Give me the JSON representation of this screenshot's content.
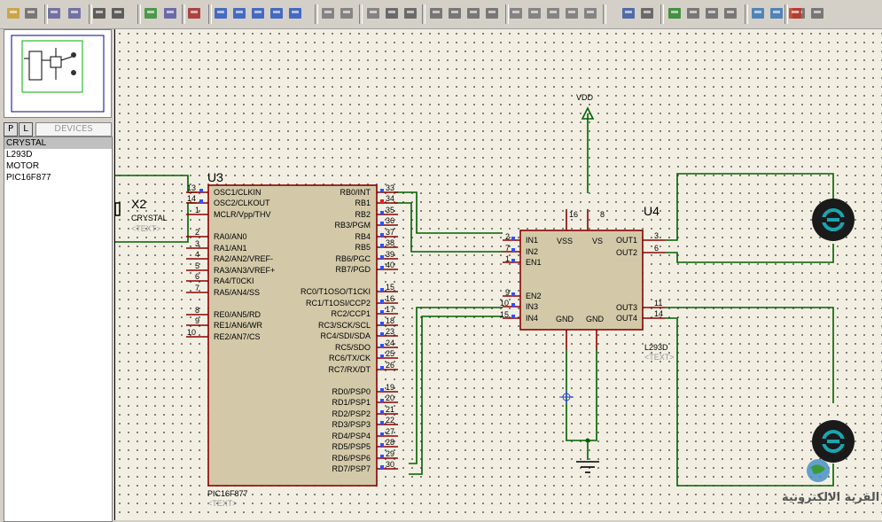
{
  "toolbar": {
    "icons": [
      "open-icon",
      "save-icon",
      "import-icon",
      "export-icon",
      "print-icon",
      "print-area-icon",
      "refresh-icon",
      "grid-icon",
      "origin-icon",
      "pan-icon",
      "zoom-in-icon",
      "zoom-out-icon",
      "zoom-all-icon",
      "zoom-area-icon",
      "undo-icon",
      "redo-icon",
      "cut-icon",
      "copy-icon",
      "paste-icon",
      "block-copy-icon",
      "block-move-icon",
      "block-rotate-icon",
      "block-delete-icon",
      "pick-device-icon",
      "make-device-icon",
      "package-icon",
      "decompose-icon",
      "wire-autorouter-icon",
      "search-icon",
      "property-tool-icon",
      "bill-of-materials-icon",
      "netlist-icon",
      "electrical-rule-check-icon",
      "netlist-to-ares-icon",
      "new-sheet-icon",
      "remove-sheet-icon",
      "exit-to-parent-icon",
      "design-explorer-icon",
      "ares-icon"
    ]
  },
  "left_panel": {
    "tab_p": "P",
    "tab_l": "L",
    "devices_header": "DEVICES",
    "devices": [
      "CRYSTAL",
      "L293D",
      "MOTOR",
      "PIC16F877"
    ],
    "selected_index": 0
  },
  "schematic": {
    "x2": {
      "ref": "X2",
      "part": "CRYSTAL",
      "text": "<TEXT>"
    },
    "u3": {
      "ref": "U3",
      "part": "PIC16F877",
      "text": "<TEXT>",
      "left_pins": [
        {
          "num": "13",
          "name": "OSC1/CLKIN"
        },
        {
          "num": "14",
          "name": "OSC2/CLKOUT"
        },
        {
          "num": "1",
          "name": "MCLR/Vpp/THV"
        },
        {
          "num": "2",
          "name": "RA0/AN0"
        },
        {
          "num": "3",
          "name": "RA1/AN1"
        },
        {
          "num": "4",
          "name": "RA2/AN2/VREF-"
        },
        {
          "num": "5",
          "name": "RA3/AN3/VREF+"
        },
        {
          "num": "6",
          "name": "RA4/T0CKI"
        },
        {
          "num": "7",
          "name": "RA5/AN4/SS"
        },
        {
          "num": "8",
          "name": "RE0/AN5/RD"
        },
        {
          "num": "9",
          "name": "RE1/AN6/WR"
        },
        {
          "num": "10",
          "name": "RE2/AN7/CS"
        }
      ],
      "right_pins": [
        {
          "num": "33",
          "name": "RB0/INT"
        },
        {
          "num": "34",
          "name": "RB1"
        },
        {
          "num": "35",
          "name": "RB2"
        },
        {
          "num": "36",
          "name": "RB3/PGM"
        },
        {
          "num": "37",
          "name": "RB4"
        },
        {
          "num": "38",
          "name": "RB5"
        },
        {
          "num": "39",
          "name": "RB6/PGC"
        },
        {
          "num": "40",
          "name": "RB7/PGD"
        },
        {
          "num": "15",
          "name": "RC0/T1OSO/T1CKI"
        },
        {
          "num": "16",
          "name": "RC1/T1OSI/CCP2"
        },
        {
          "num": "17",
          "name": "RC2/CCP1"
        },
        {
          "num": "18",
          "name": "RC3/SCK/SCL"
        },
        {
          "num": "23",
          "name": "RC4/SDI/SDA"
        },
        {
          "num": "24",
          "name": "RC5/SDO"
        },
        {
          "num": "25",
          "name": "RC6/TX/CK"
        },
        {
          "num": "26",
          "name": "RC7/RX/DT"
        },
        {
          "num": "19",
          "name": "RD0/PSP0"
        },
        {
          "num": "20",
          "name": "RD1/PSP1"
        },
        {
          "num": "21",
          "name": "RD2/PSP2"
        },
        {
          "num": "22",
          "name": "RD3/PSP3"
        },
        {
          "num": "27",
          "name": "RD4/PSP4"
        },
        {
          "num": "28",
          "name": "RD5/PSP5"
        },
        {
          "num": "29",
          "name": "RD6/PSP6"
        },
        {
          "num": "30",
          "name": "RD7/PSP7"
        }
      ]
    },
    "u4": {
      "ref": "U4",
      "part": "L293D",
      "text": "<TEXT>",
      "left_pins": [
        {
          "num": "2",
          "name": "IN1"
        },
        {
          "num": "7",
          "name": "IN2"
        },
        {
          "num": "1",
          "name": "EN1"
        },
        {
          "num": "9",
          "name": "EN2"
        },
        {
          "num": "10",
          "name": "IN3"
        },
        {
          "num": "15",
          "name": "IN4"
        }
      ],
      "right_pins": [
        {
          "num": "3",
          "name": "OUT1"
        },
        {
          "num": "6",
          "name": "OUT2"
        },
        {
          "num": "11",
          "name": "OUT3"
        },
        {
          "num": "14",
          "name": "OUT4"
        }
      ],
      "top_pins": [
        {
          "num": "16",
          "name": "VSS"
        },
        {
          "num": "8",
          "name": "VS"
        }
      ],
      "bottom_labels": [
        "GND",
        "GND"
      ]
    },
    "vdd_label": "VDD"
  },
  "watermark": "القرية الالكترونية",
  "colors": {
    "wire": "#006000",
    "component_fill": "#d3c9a9",
    "component_border": "#8b0000",
    "canvas_bg": "#f2efe2",
    "motor_accent": "#1aa6b0",
    "pin_marker_blue": "#3050ff",
    "pin_marker_red": "#e02020"
  }
}
